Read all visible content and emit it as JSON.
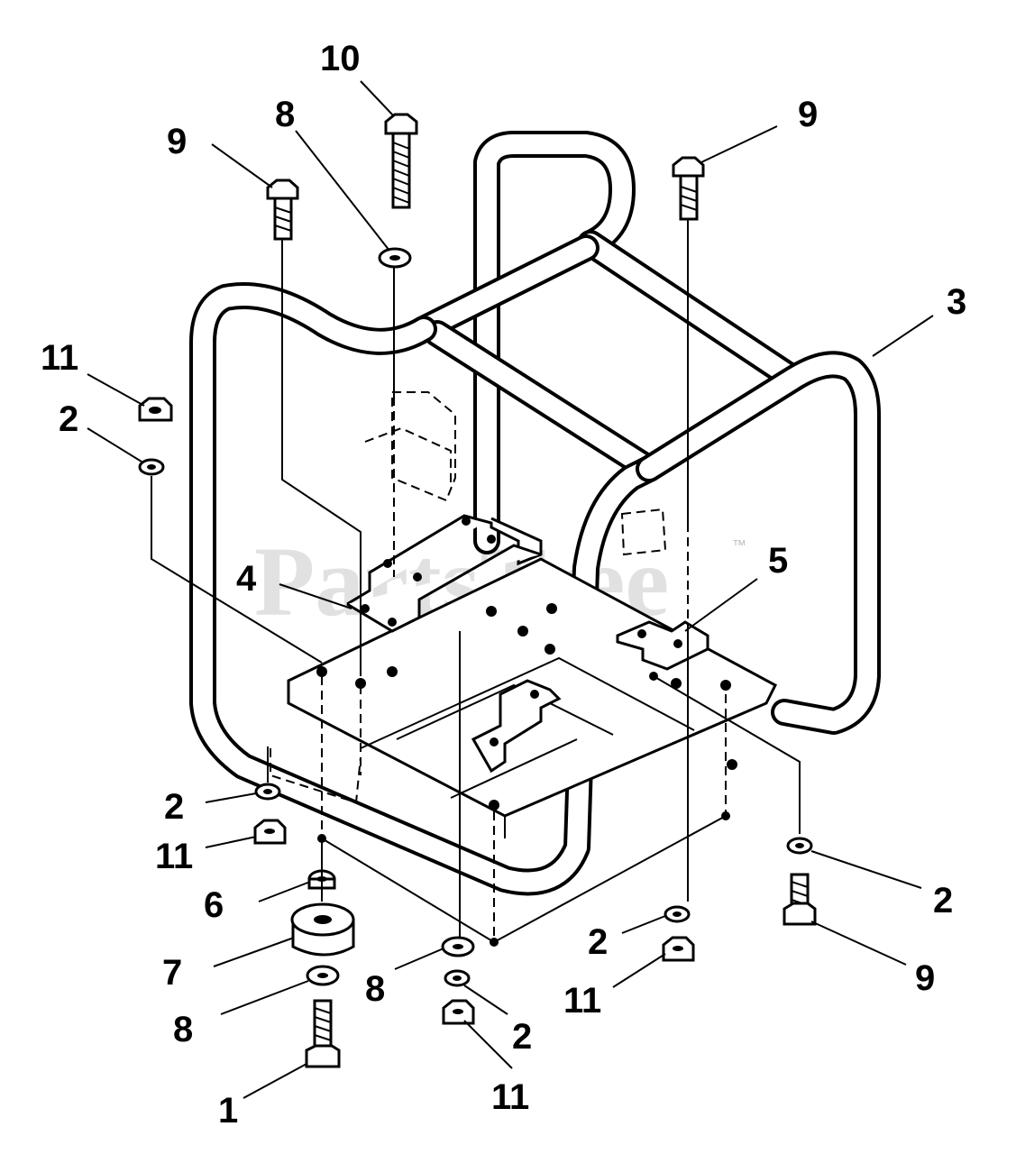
{
  "watermark": {
    "text": "PartsTree",
    "trademark": "™"
  },
  "callouts": {
    "c1": "1",
    "c2a": "2",
    "c2b": "2",
    "c2c": "2",
    "c2d": "2",
    "c2e": "2",
    "c3": "3",
    "c4": "4",
    "c5": "5",
    "c6": "6",
    "c7": "7",
    "c8a": "8",
    "c8b": "8",
    "c8c": "8",
    "c9a": "9",
    "c9b": "9",
    "c9c": "9",
    "c10": "10",
    "c11a": "11",
    "c11b": "11",
    "c11c": "11",
    "c11d": "11"
  }
}
